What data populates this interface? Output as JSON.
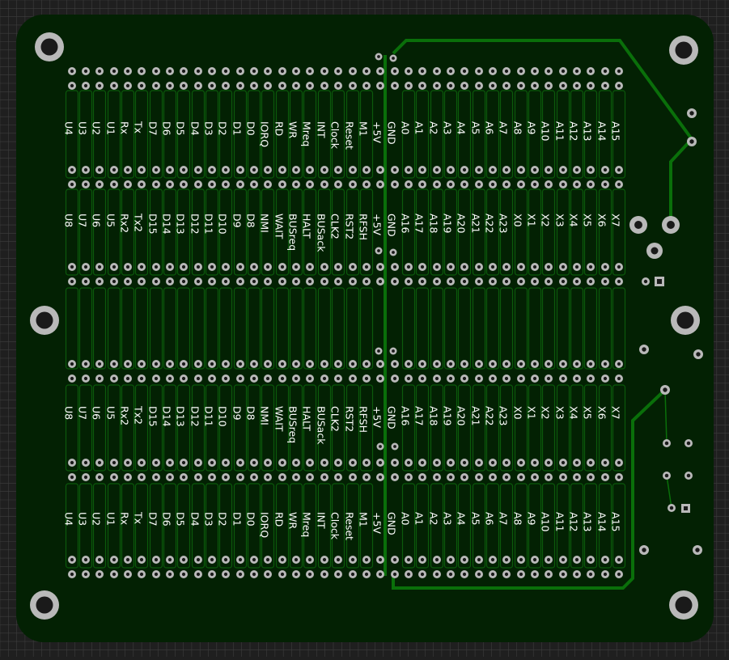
{
  "colors": {
    "background": "#1f1f1f",
    "grid": "#4a4a4a",
    "board": "#032103",
    "trace": "#0a6f0a",
    "outline": "#0b5a0b",
    "pad": "#b9b9b9",
    "hole": "#1a1a1a",
    "silk": "#ffffff"
  },
  "labels": {
    "left_top": [
      "U4",
      "U3",
      "U2",
      "U1",
      "Rx",
      "Tx",
      "D7",
      "D6",
      "D5",
      "D4",
      "D3",
      "D2",
      "D1",
      "D0",
      "IORQ",
      "RD",
      "WR",
      "Mreq",
      "INT",
      "Clock",
      "Reset",
      "M1",
      "+5V"
    ],
    "right_top": [
      "GND",
      "A0",
      "A1",
      "A2",
      "A3",
      "A4",
      "A5",
      "A6",
      "A7",
      "A8",
      "A9",
      "A10",
      "A11",
      "A12",
      "A13",
      "A14",
      "A15"
    ],
    "left_mid": [
      "U8",
      "U7",
      "U6",
      "U5",
      "Rx2",
      "Tx2",
      "D15",
      "D14",
      "D13",
      "D12",
      "D11",
      "D10",
      "D9",
      "D8",
      "NMI",
      "WAIT",
      "BUSreq",
      "HALT",
      "BUSack",
      "CLK2",
      "RST2",
      "RFSH",
      "+5V"
    ],
    "right_mid": [
      "GND",
      "A16",
      "A17",
      "A18",
      "A19",
      "A20",
      "A21",
      "A22",
      "A23",
      "X0",
      "X1",
      "X2",
      "X3",
      "X4",
      "X5",
      "X6",
      "X7"
    ]
  }
}
